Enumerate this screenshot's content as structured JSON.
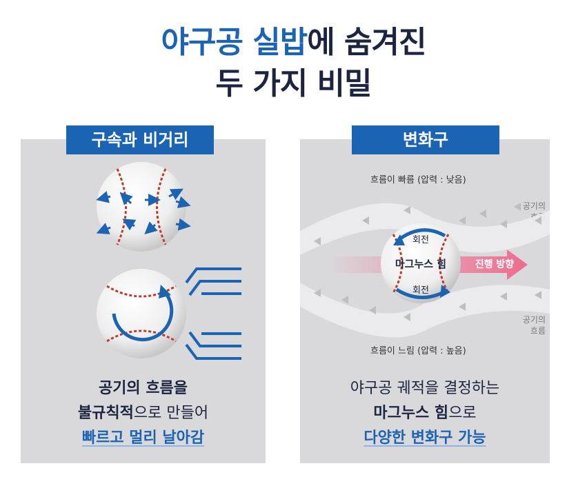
{
  "title": {
    "line1_highlight": "야구공 실밥",
    "line1_rest": "에 숨겨진",
    "line2": "두 가지 비밀"
  },
  "left": {
    "tag": "구속과 비거리",
    "caption_line1": "공기의 흐름을",
    "caption_line2_bold": "불규칙적",
    "caption_line2_rest": "으로 만들어",
    "caption_line3": "빠르고 멀리 날아감"
  },
  "right": {
    "tag": "변화구",
    "top_label": "흐름이 빠름 (압력 : 낮음)",
    "bottom_label": "흐름이 느림 (압력 : 높음)",
    "air_flow_top": [
      "공기의",
      "흐름"
    ],
    "air_flow_bottom": [
      "공기의",
      "흐름"
    ],
    "rotation_top": "회전",
    "rotation_bottom": "회전",
    "magnus": "마그누스 힘",
    "direction": "진행 방향",
    "caption_line1": "야구공 궤적을 결정하는",
    "caption_line2_bold": "마그누스 힘",
    "caption_line2_rest": "으로",
    "caption_line3": "다양한 변화구 가능"
  },
  "colors": {
    "accent": "#1b63b3",
    "navy": "#1c2440",
    "panel": "#d9d9db",
    "pink": "#f06a8c"
  },
  "icons": [
    "baseball-icon",
    "arrow-icon",
    "rotation-arrow-icon"
  ]
}
